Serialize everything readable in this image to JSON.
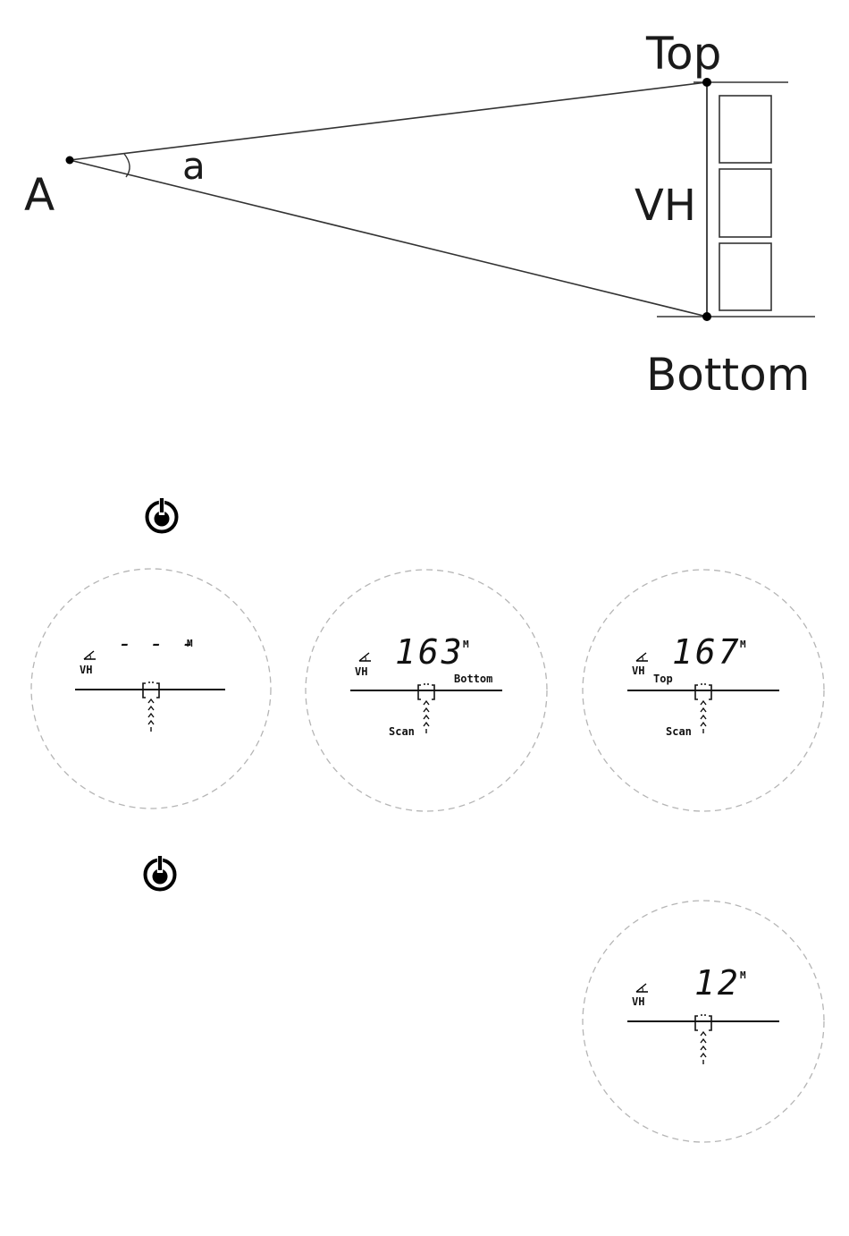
{
  "diagram": {
    "point_label": "A",
    "angle_label": "a",
    "height_label": "VH",
    "top_label": "Top",
    "bottom_label": "Bottom"
  },
  "steps": [
    {
      "icon": "power-button-icon"
    },
    {
      "icon": "power-button-icon"
    }
  ],
  "displays": [
    {
      "mode_label": "VH",
      "value": "- - -",
      "unit": "M",
      "position_label": "",
      "scan_label": ""
    },
    {
      "mode_label": "VH",
      "value": "163",
      "unit": "M",
      "position_label": "Bottom",
      "scan_label": "Scan"
    },
    {
      "mode_label": "VH",
      "value": "167",
      "unit": "M",
      "position_label": "Top",
      "scan_label": "Scan"
    },
    {
      "mode_label": "VH",
      "value": "12",
      "unit": "M",
      "position_label": "",
      "scan_label": ""
    }
  ]
}
